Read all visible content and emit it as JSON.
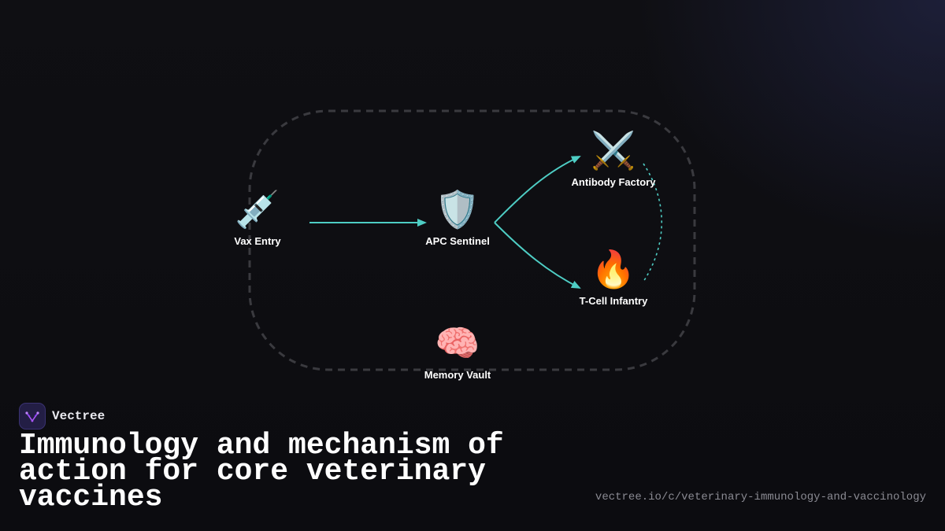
{
  "diagram": {
    "nodes": [
      {
        "id": "vax",
        "icon": "syringe-icon",
        "emoji": "💉",
        "label": "Vax Entry"
      },
      {
        "id": "apc",
        "icon": "shield-icon",
        "emoji": "🛡️",
        "label": "APC Sentinel"
      },
      {
        "id": "antibody",
        "icon": "crossed-swords-icon",
        "emoji": "⚔️",
        "label": "Antibody Factory"
      },
      {
        "id": "tcell",
        "icon": "fire-icon",
        "emoji": "🔥",
        "label": "T-Cell Infantry"
      },
      {
        "id": "memory",
        "icon": "brain-icon",
        "emoji": "🧠",
        "label": "Memory Vault"
      }
    ],
    "edges": [
      {
        "from": "vax",
        "to": "apc",
        "style": "solid-arrow"
      },
      {
        "from": "apc",
        "to": "antibody",
        "style": "solid-arrow"
      },
      {
        "from": "apc",
        "to": "tcell",
        "style": "solid-arrow"
      },
      {
        "from": "antibody",
        "to": "tcell",
        "style": "dotted"
      }
    ],
    "colors": {
      "edge": "#4ecdc4",
      "boundary": "#3a3a3f",
      "background": "#0f0f13"
    }
  },
  "brand": {
    "name": "Vectree",
    "logo_color": "#a855f7"
  },
  "title": "Immunology and mechanism of action for core veterinary vaccines",
  "url": "vectree.io/c/veterinary-immunology-and-vaccinology"
}
